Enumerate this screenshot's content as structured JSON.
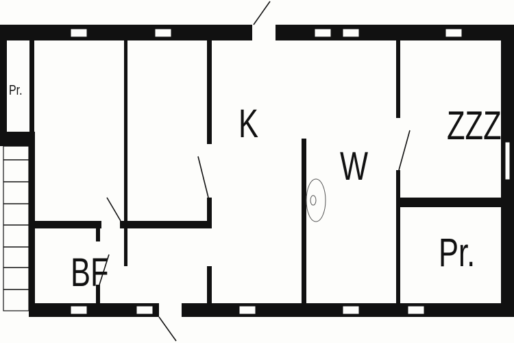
{
  "title": "Floor plan",
  "rooms": {
    "pantry_left": "Pr.",
    "kitchen": "K",
    "bathroom": "W",
    "bedroom": "ZZZ",
    "pantry_right": "Pr.",
    "boiler": "BF"
  },
  "colors": {
    "wall": "#111111",
    "background": "#fdfdfb"
  }
}
